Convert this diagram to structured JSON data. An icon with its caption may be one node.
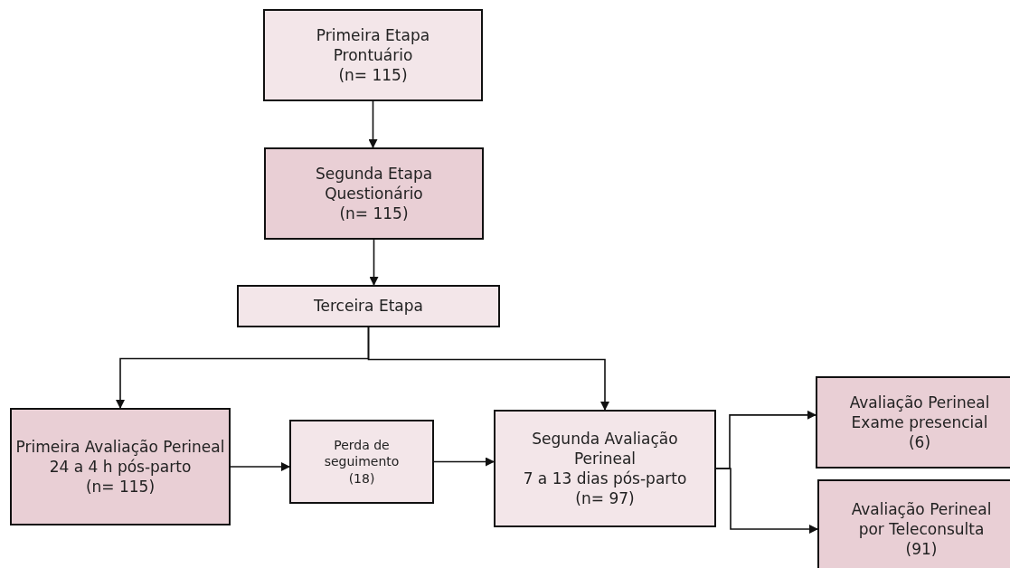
{
  "diagram": {
    "nodes": [
      {
        "text": [
          "Primeira Etapa",
          "Prontuário",
          "(n= 115)"
        ]
      },
      {
        "text": [
          "Segunda Etapa",
          "Questionário",
          "(n= 115)"
        ]
      },
      {
        "text": [
          "Terceira Etapa"
        ]
      },
      {
        "text": [
          "Primeira Avaliação Perineal",
          "24 a 4 h pós-parto",
          "(n= 115)"
        ]
      },
      {
        "text": [
          "Perda de seguimento",
          "(18)"
        ]
      },
      {
        "text": [
          "Segunda Avaliação Perineal",
          "7 a 13 dias pós-parto",
          "(n= 97)"
        ]
      },
      {
        "text": [
          "Avaliação Perineal",
          "Exame presencial",
          "(6)"
        ]
      },
      {
        "text": [
          "Avaliação Perineal",
          "por Teleconsulta",
          "(91)"
        ]
      }
    ],
    "edges": [
      {
        "from": 0,
        "to": 1,
        "arrow": "to"
      },
      {
        "from": 1,
        "to": 2,
        "arrow": "to"
      },
      {
        "from": 2,
        "to": 3,
        "arrow": "to"
      },
      {
        "from": 2,
        "to": 5,
        "arrow": "to"
      },
      {
        "from": 3,
        "to": 4,
        "arrow": "to"
      },
      {
        "from": 4,
        "to": 5,
        "arrow": "to"
      },
      {
        "from": 5,
        "to": 6,
        "arrow": "to"
      },
      {
        "from": 5,
        "to": 7,
        "arrow": "to"
      }
    ]
  }
}
